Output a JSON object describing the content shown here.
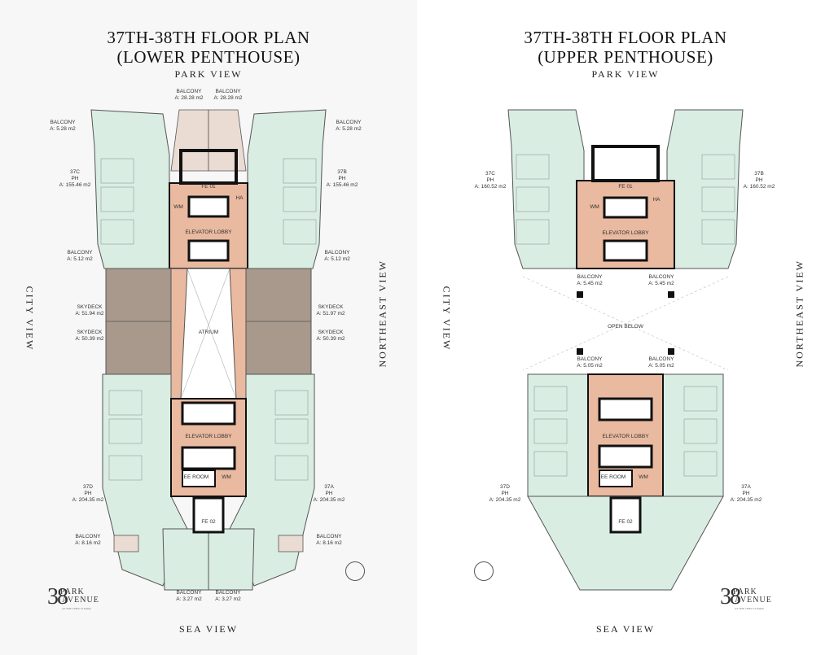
{
  "left": {
    "title_line1": "37TH-38TH FLOOR PLAN",
    "title_line2": "(LOWER PENTHOUSE)",
    "view_top": "PARK VIEW",
    "view_bottom": "SEA VIEW",
    "view_left": "CITY VIEW",
    "view_right": "NORTHEAST VIEW",
    "labels": {
      "balcony_tl": "BALCONY\nA: 5.28 m2",
      "balcony_tr": "BALCONY\nA: 5.28 m2",
      "balcony_top1": "BALCONY\nA: 28.28 m2",
      "balcony_top2": "BALCONY\nA: 28.28 m2",
      "unit_37c": "37C\nPH\nA: 155.46 m2",
      "unit_37b": "37B\nPH\nA: 155.46 m2",
      "fe01": "FE 01",
      "wm": "WM",
      "ha": "HA",
      "elevator_lobby": "ELEVATOR LOBBY",
      "balcony_ml": "BALCONY\nA: 5.12 m2",
      "balcony_mr": "BALCONY\nA: 5.12 m2",
      "skydeck_l1": "SKYDECK\nA: 51.94 m2",
      "skydeck_l2": "SKYDECK\nA: 50.39 m2",
      "skydeck_r1": "SKYDECK\nA: 51.97 m2",
      "skydeck_r2": "SKYDECK\nA: 50.39 m2",
      "atrium": "ATRIUM",
      "elevator_lobby2": "ELEVATOR LOBBY",
      "ee_room": "EE ROOM",
      "wm2": "WM",
      "unit_37d": "37D\nPH\nA: 204.35 m2",
      "unit_37a": "37A\nPH\nA: 204.35 m2",
      "fe02": "FE 02",
      "balcony_bl": "BALCONY\nA: 8.16 m2",
      "balcony_br": "BALCONY\nA: 8.16 m2",
      "balcony_b1": "BALCONY\nA: 3.27 m2",
      "balcony_b2": "BALCONY\nA: 3.27 m2"
    }
  },
  "right": {
    "title_line1": "37TH-38TH FLOOR PLAN",
    "title_line2": "(UPPER PENTHOUSE)",
    "view_top": "PARK VIEW",
    "view_bottom": "SEA VIEW",
    "view_left": "CITY VIEW",
    "view_right": "NORTHEAST VIEW",
    "labels": {
      "unit_37c": "37C\nPH\nA: 160.52 m2",
      "unit_37b": "37B\nPH\nA: 160.52 m2",
      "fe01": "FE 01",
      "wm": "WM",
      "ha": "HA",
      "elevator_lobby": "ELEVATOR LOBBY",
      "balcony_t1": "BALCONY\nA: 5.45 m2",
      "balcony_t2": "BALCONY\nA: 5.45 m2",
      "open_below": "OPEN BELOW",
      "balcony_b1": "BALCONY\nA: 5.05 m2",
      "balcony_b2": "BALCONY\nA: 5.05 m2",
      "elevator_lobby2": "ELEVATOR LOBBY",
      "ee_room": "EE ROOM",
      "wm2": "WM",
      "unit_37d": "37D\nPH\nA: 204.35 m2",
      "unit_37a": "37A\nPH\nA: 204.35 m2",
      "fe02": "FE 02"
    }
  },
  "logo": {
    "number": "38",
    "line1": "PARK",
    "line2": "AVENUE",
    "tagline": "AT THE CEBU IT PARK"
  },
  "colors": {
    "unit_fill": "#d9ede3",
    "core_fill": "#e9b9a0",
    "skydeck_fill": "#a8998c",
    "wall": "#111111",
    "balcony_fill": "#eadbd3"
  }
}
